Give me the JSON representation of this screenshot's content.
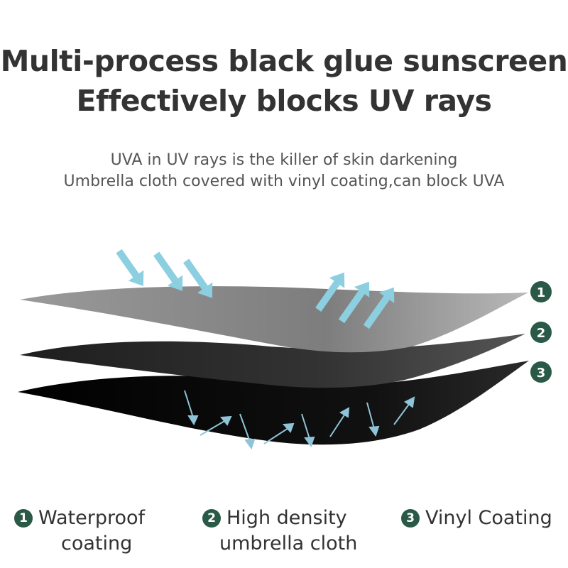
{
  "headline": {
    "line1": "Multi-process black glue sunscreen",
    "line2": "Effectively blocks UV rays"
  },
  "subline": {
    "line1": "UVA in UV rays is the killer of skin darkening",
    "line2": "Umbrella cloth covered with vinyl coating,can block UVA"
  },
  "layers": [
    {
      "number": "1",
      "color": "#8f8f8f"
    },
    {
      "number": "2",
      "color": "#2b2b2b"
    },
    {
      "number": "3",
      "color": "#0a0a0a"
    }
  ],
  "legend": [
    {
      "number": "1",
      "line1": "Waterproof",
      "line2": "coating"
    },
    {
      "number": "2",
      "line1": "High density",
      "line2": "umbrella cloth"
    },
    {
      "number": "3",
      "line1": "Vinyl Coating",
      "line2": ""
    }
  ],
  "colors": {
    "badge": "#2a5a47",
    "uv_arrow": "#8ccfe0",
    "inner_arrow": "#8fc4d8",
    "heading": "#333333"
  },
  "icons": [
    "uv-incoming-arrow-icon",
    "uv-reflected-arrow-icon",
    "uv-bounce-arrow-icon"
  ]
}
